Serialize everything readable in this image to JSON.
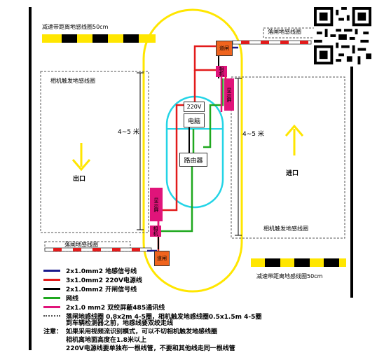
{
  "labels": {
    "speed_bump_top": "减速带距离地感线圈50cm",
    "speed_bump_bottom": "减速带距离地感线圈50cm",
    "barrier_coil_top": "落闸地感线圈",
    "barrier_coil_bottom": "落闸地感线圈",
    "camera_coil_left": "相机触发地感线圈",
    "camera_coil_right": "相机触发地感线圈",
    "dist_left": "4~5 米",
    "dist_right": "4~5 米",
    "exit": "出口",
    "entry": "进口",
    "power_220": "220V",
    "computer": "电脑",
    "router": "路由器",
    "gate_top": "道闸",
    "gate_bottom": "道闸",
    "camera_top": "相机",
    "camera_bottom": "相机",
    "display_top": "显示屏",
    "display_bottom": "显示屏"
  },
  "legend": [
    {
      "color": "#1a1a8c",
      "text": "2x1.0mm2 地感信号线"
    },
    {
      "color": "#e21b1b",
      "text": "3x1.0mm2 220V电源线"
    },
    {
      "color": "#000000",
      "text": "2x1.0mm2 开闸信号线"
    },
    {
      "color": "#1fa81f",
      "text": "网线"
    },
    {
      "color": "#e0147a",
      "text": "2x1.0 mm2 双绞屏蔽485通讯线"
    }
  ],
  "legend_dotted": {
    "line1": "落闸地感线圈 0.8x2m 4-5圈，相机触发地感线圈0.5x1.5m 4-5圈",
    "line2": "到车辆检测器之前，地感线要双绞走线"
  },
  "notes": {
    "label": "注意：",
    "line1": "如果采用视频流识别模式，可以不切相机触发地感线圈",
    "line2": "相机离地面高度在1.8米以上",
    "line3": "220V电源线要单独布一根线管，不要和其他线走同一根线管"
  },
  "colors": {
    "road": "#000000",
    "island": "#ffe600",
    "cyan": "#23d4e6",
    "pink": "#e0147a",
    "orange": "#f0641e",
    "red": "#e21b1b",
    "green": "#1fa81f",
    "blue": "#1a1a8c"
  }
}
